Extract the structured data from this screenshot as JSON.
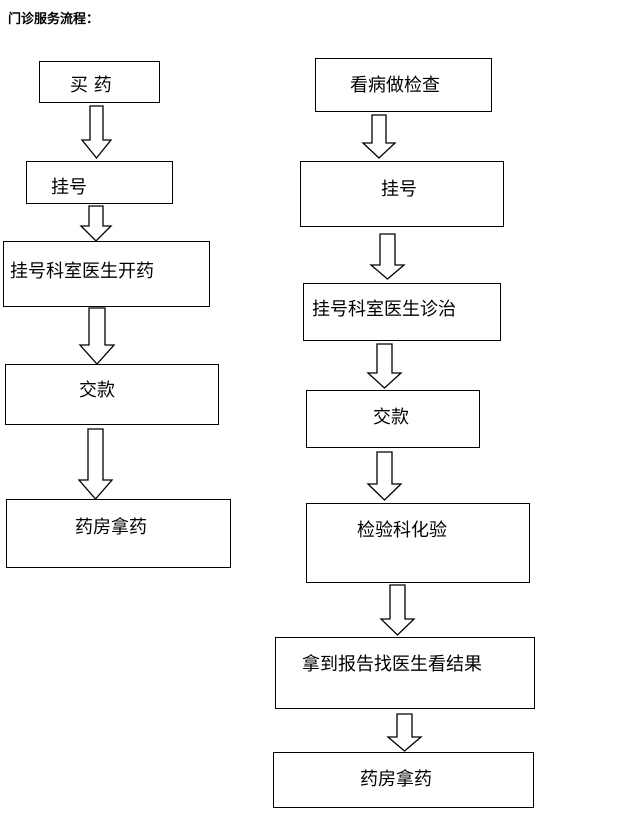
{
  "heading": "门诊服务流程：",
  "left_flow": {
    "steps": [
      "买    药",
      "挂号",
      "挂号科室医生开药",
      "交款",
      "药房拿药"
    ]
  },
  "right_flow": {
    "steps": [
      "看病做检查",
      "挂号",
      "挂号科室医生诊治",
      "交款",
      "检验科化验",
      "拿到报告找医生看结果",
      "药房拿药"
    ]
  }
}
